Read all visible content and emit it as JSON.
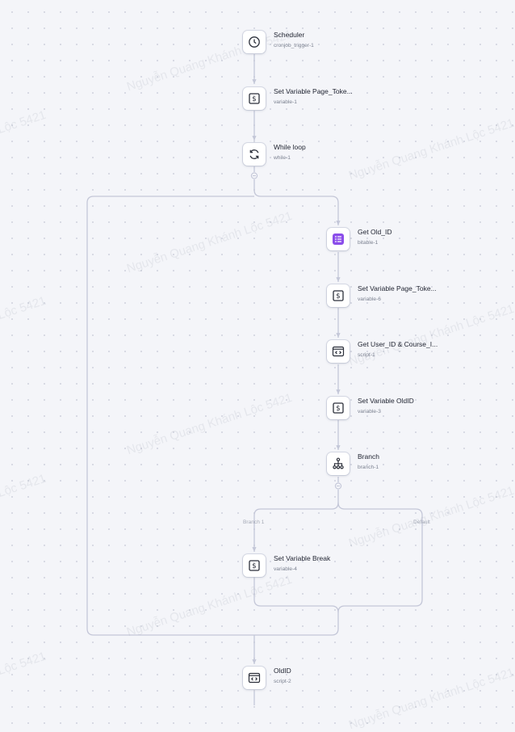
{
  "nodes": [
    {
      "title": "Scheduler",
      "subtitle": "cronjob_trigger-1",
      "icon": "clock-icon"
    },
    {
      "title": "Set Variable Page_Toke...",
      "subtitle": "variable-1",
      "icon": "dollar-icon"
    },
    {
      "title": "While loop",
      "subtitle": "while-1",
      "icon": "loop-icon"
    },
    {
      "title": "Get Old_ID",
      "subtitle": "bitable-1",
      "icon": "table-icon"
    },
    {
      "title": "Set Variable Page_Toke...",
      "subtitle": "variable-6",
      "icon": "dollar-icon"
    },
    {
      "title": "Get User_ID & Course_I...",
      "subtitle": "script-1",
      "icon": "code-icon"
    },
    {
      "title": "Set Variable OldID",
      "subtitle": "variable-3",
      "icon": "dollar-icon"
    },
    {
      "title": "Branch",
      "subtitle": "branch-1",
      "icon": "branch-icon"
    },
    {
      "title": "Set Variable Break",
      "subtitle": "variable-4",
      "icon": "dollar-icon"
    },
    {
      "title": "OldID",
      "subtitle": "script-2",
      "icon": "code-icon"
    }
  ],
  "branches": {
    "left": "Branch 1",
    "right": "Default"
  },
  "watermark": "Nguyễn Quang Khánh Lộc 5421",
  "colors": {
    "edge": "#c4c7d8",
    "bitable_accent": "#8b4dea",
    "icon_stroke": "#2b2f3a"
  }
}
